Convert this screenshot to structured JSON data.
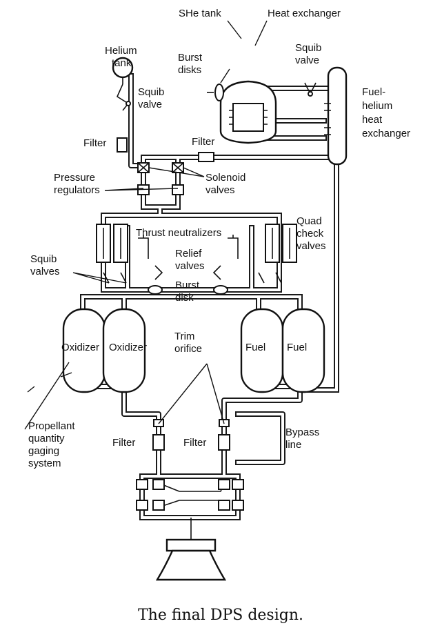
{
  "labels": {
    "helium_tank": [
      "Helium",
      "tank"
    ],
    "squib_top": [
      "Squib",
      "valve"
    ],
    "filter_left": "Filter",
    "filter_mid": "Filter",
    "she_tank": "SHe tank",
    "heat_exchanger": "Heat exchanger",
    "burst_disks": [
      "Burst",
      "disks"
    ],
    "squib_right": [
      "Squib",
      "valve"
    ],
    "fuel_helium_hx": [
      "Fuel-",
      "helium",
      "heat",
      "exchanger"
    ],
    "pressure_regulators": [
      "Pressure",
      "regulators"
    ],
    "solenoid_valves": [
      "Solenoid",
      "valves"
    ],
    "thrust_neutralizers": "Thrust  neutralizers",
    "quad_check_valves": [
      "Quad",
      "check",
      "valves"
    ],
    "squib_valves": [
      "Squib",
      "valves"
    ],
    "relief_valves": [
      "Relief",
      "valves"
    ],
    "burst_disk": [
      "Burst",
      "disk"
    ],
    "oxidizer_left": "Oxidizer",
    "oxidizer_right": "Oxidizer",
    "trim_orifice": [
      "Trim",
      "orifice"
    ],
    "fuel_left": "Fuel",
    "fuel_right": "Fuel",
    "propellant_gaging": [
      "Propellant",
      "quantity",
      "gaging",
      "system"
    ],
    "filter_ox": "Filter",
    "filter_fuel": "Filter",
    "bypass_line": [
      "Bypass",
      "line"
    ]
  },
  "caption": "The final DPS design."
}
